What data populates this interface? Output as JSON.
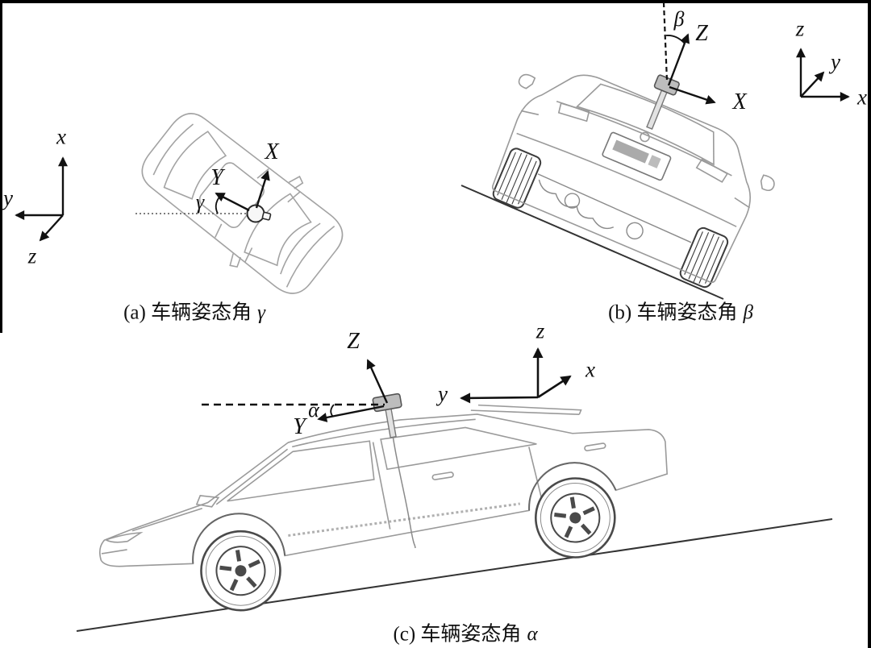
{
  "figure_title": "vehicle-attitude-angles-figure",
  "panels": {
    "a": {
      "caption": "(a) 车辆姿态角",
      "angle_symbol": "γ",
      "sensor_axis_x": "X",
      "sensor_axis_y": "Y",
      "nav_axes": {
        "x": "x",
        "y": "y",
        "z": "z"
      }
    },
    "b": {
      "caption": "(b) 车辆姿态角",
      "angle_symbol": "β",
      "sensor_axis_z": "Z",
      "sensor_axis_x": "X",
      "nav_axes": {
        "x": "x",
        "y": "y",
        "z": "z"
      }
    },
    "c": {
      "caption": "(c) 车辆姿态角",
      "angle_symbol": "α",
      "sensor_axis_z": "Z",
      "sensor_axis_y": "Y",
      "nav_axes": {
        "x": "x",
        "y": "y",
        "z": "z"
      }
    }
  },
  "colors": {
    "annotation": "#111111",
    "line_art": "#9a9a9a",
    "wheel_dark": "#4a4a4a",
    "antenna_fill": "#bdbdbd",
    "ground_line": "#333333"
  }
}
